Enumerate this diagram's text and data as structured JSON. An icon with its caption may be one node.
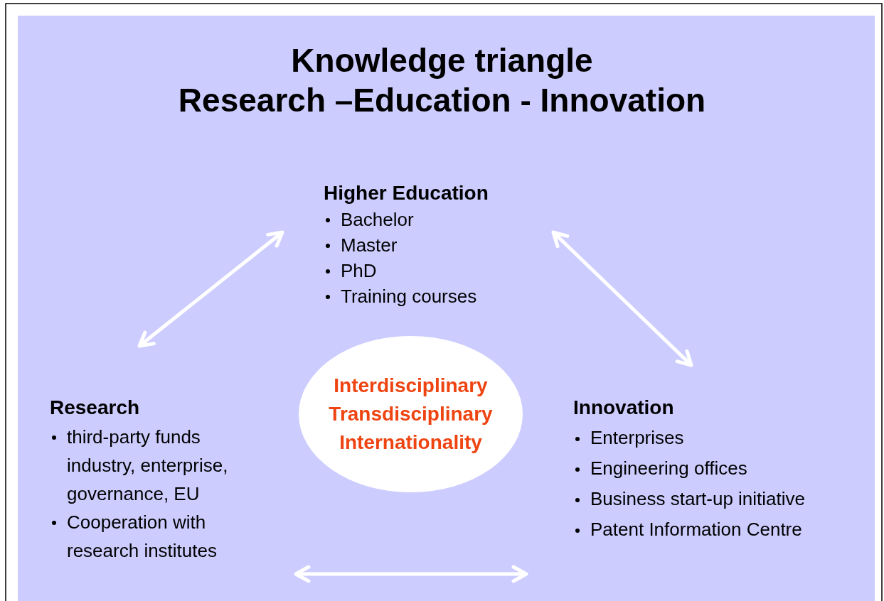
{
  "diagram": {
    "title": "Knowledge triangle",
    "nodes": [
      {
        "text": [
          "Higher Education",
          "Bachelor",
          "Master",
          "PhD",
          "Training courses"
        ]
      },
      {
        "text": [
          "Research",
          "third-party funds industry, enterprise, governance, EU",
          "Cooperation with research institutes"
        ]
      },
      {
        "text": [
          "Interdisciplinary",
          "Transdisciplinary",
          "Internationality"
        ]
      },
      {
        "text": [
          "Innovation",
          "Enterprises",
          "Engineering offices",
          "Business start-up initiative",
          "Patent Information Centre"
        ]
      }
    ],
    "edges": [
      {
        "from": 0,
        "to": 1,
        "arrow": "both"
      },
      {
        "from": 0,
        "to": 3,
        "arrow": "both"
      },
      {
        "from": 1,
        "to": 3,
        "arrow": "both"
      }
    ],
    "labels": [
      "Research –Education - Innovation"
    ]
  }
}
